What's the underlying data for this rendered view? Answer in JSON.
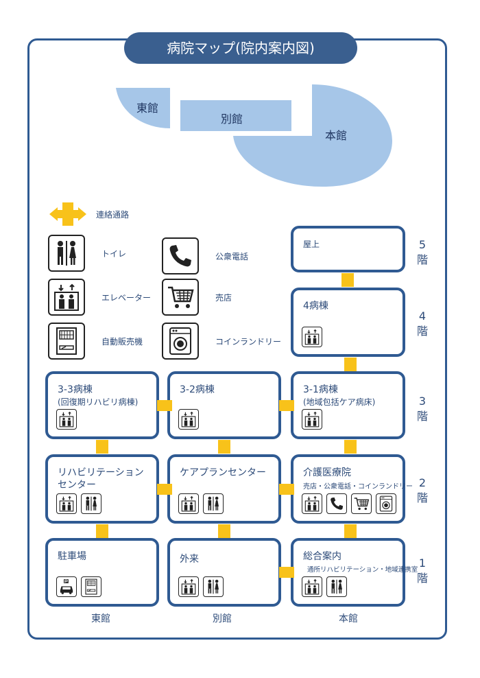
{
  "title": "病院マップ(院内案内図)",
  "buildings": {
    "east": "東館",
    "annex": "別館",
    "main": "本館"
  },
  "legend": {
    "connector": "連絡通路",
    "toilet": "トイレ",
    "phone": "公衆電話",
    "elevator": "エレベーター",
    "shop": "売店",
    "vending": "自動販売機",
    "laundry": "コインランドリー"
  },
  "rooms": {
    "rooftop": "屋上",
    "ward4": "4病棟",
    "ward33": "3-3病棟",
    "ward33_sub": "(回復期リハビリ病棟)",
    "ward32": "3-2病棟",
    "ward31": "3-1病棟",
    "ward31_sub": "(地域包括ケア病床)",
    "rehab_line1": "リハビリテーション",
    "rehab_line2": "センター",
    "careplan": "ケアプランセンター",
    "nursing": "介護医療院",
    "nursing_sub": "売店・公衆電話・コインランドリー",
    "parking": "駐車場",
    "outpatient": "外来",
    "reception": "総合案内",
    "reception_sub": "通所リハビリテーション・地域連携室"
  },
  "floors": {
    "f5": "5",
    "f4": "4",
    "f3": "3",
    "f2": "2",
    "f1": "1",
    "suffix": "階"
  },
  "colors": {
    "frame": "#2f5a92",
    "title_bg": "#3a5f8f",
    "building_fill": "#a6c6e8",
    "connector": "#f8c21a"
  }
}
